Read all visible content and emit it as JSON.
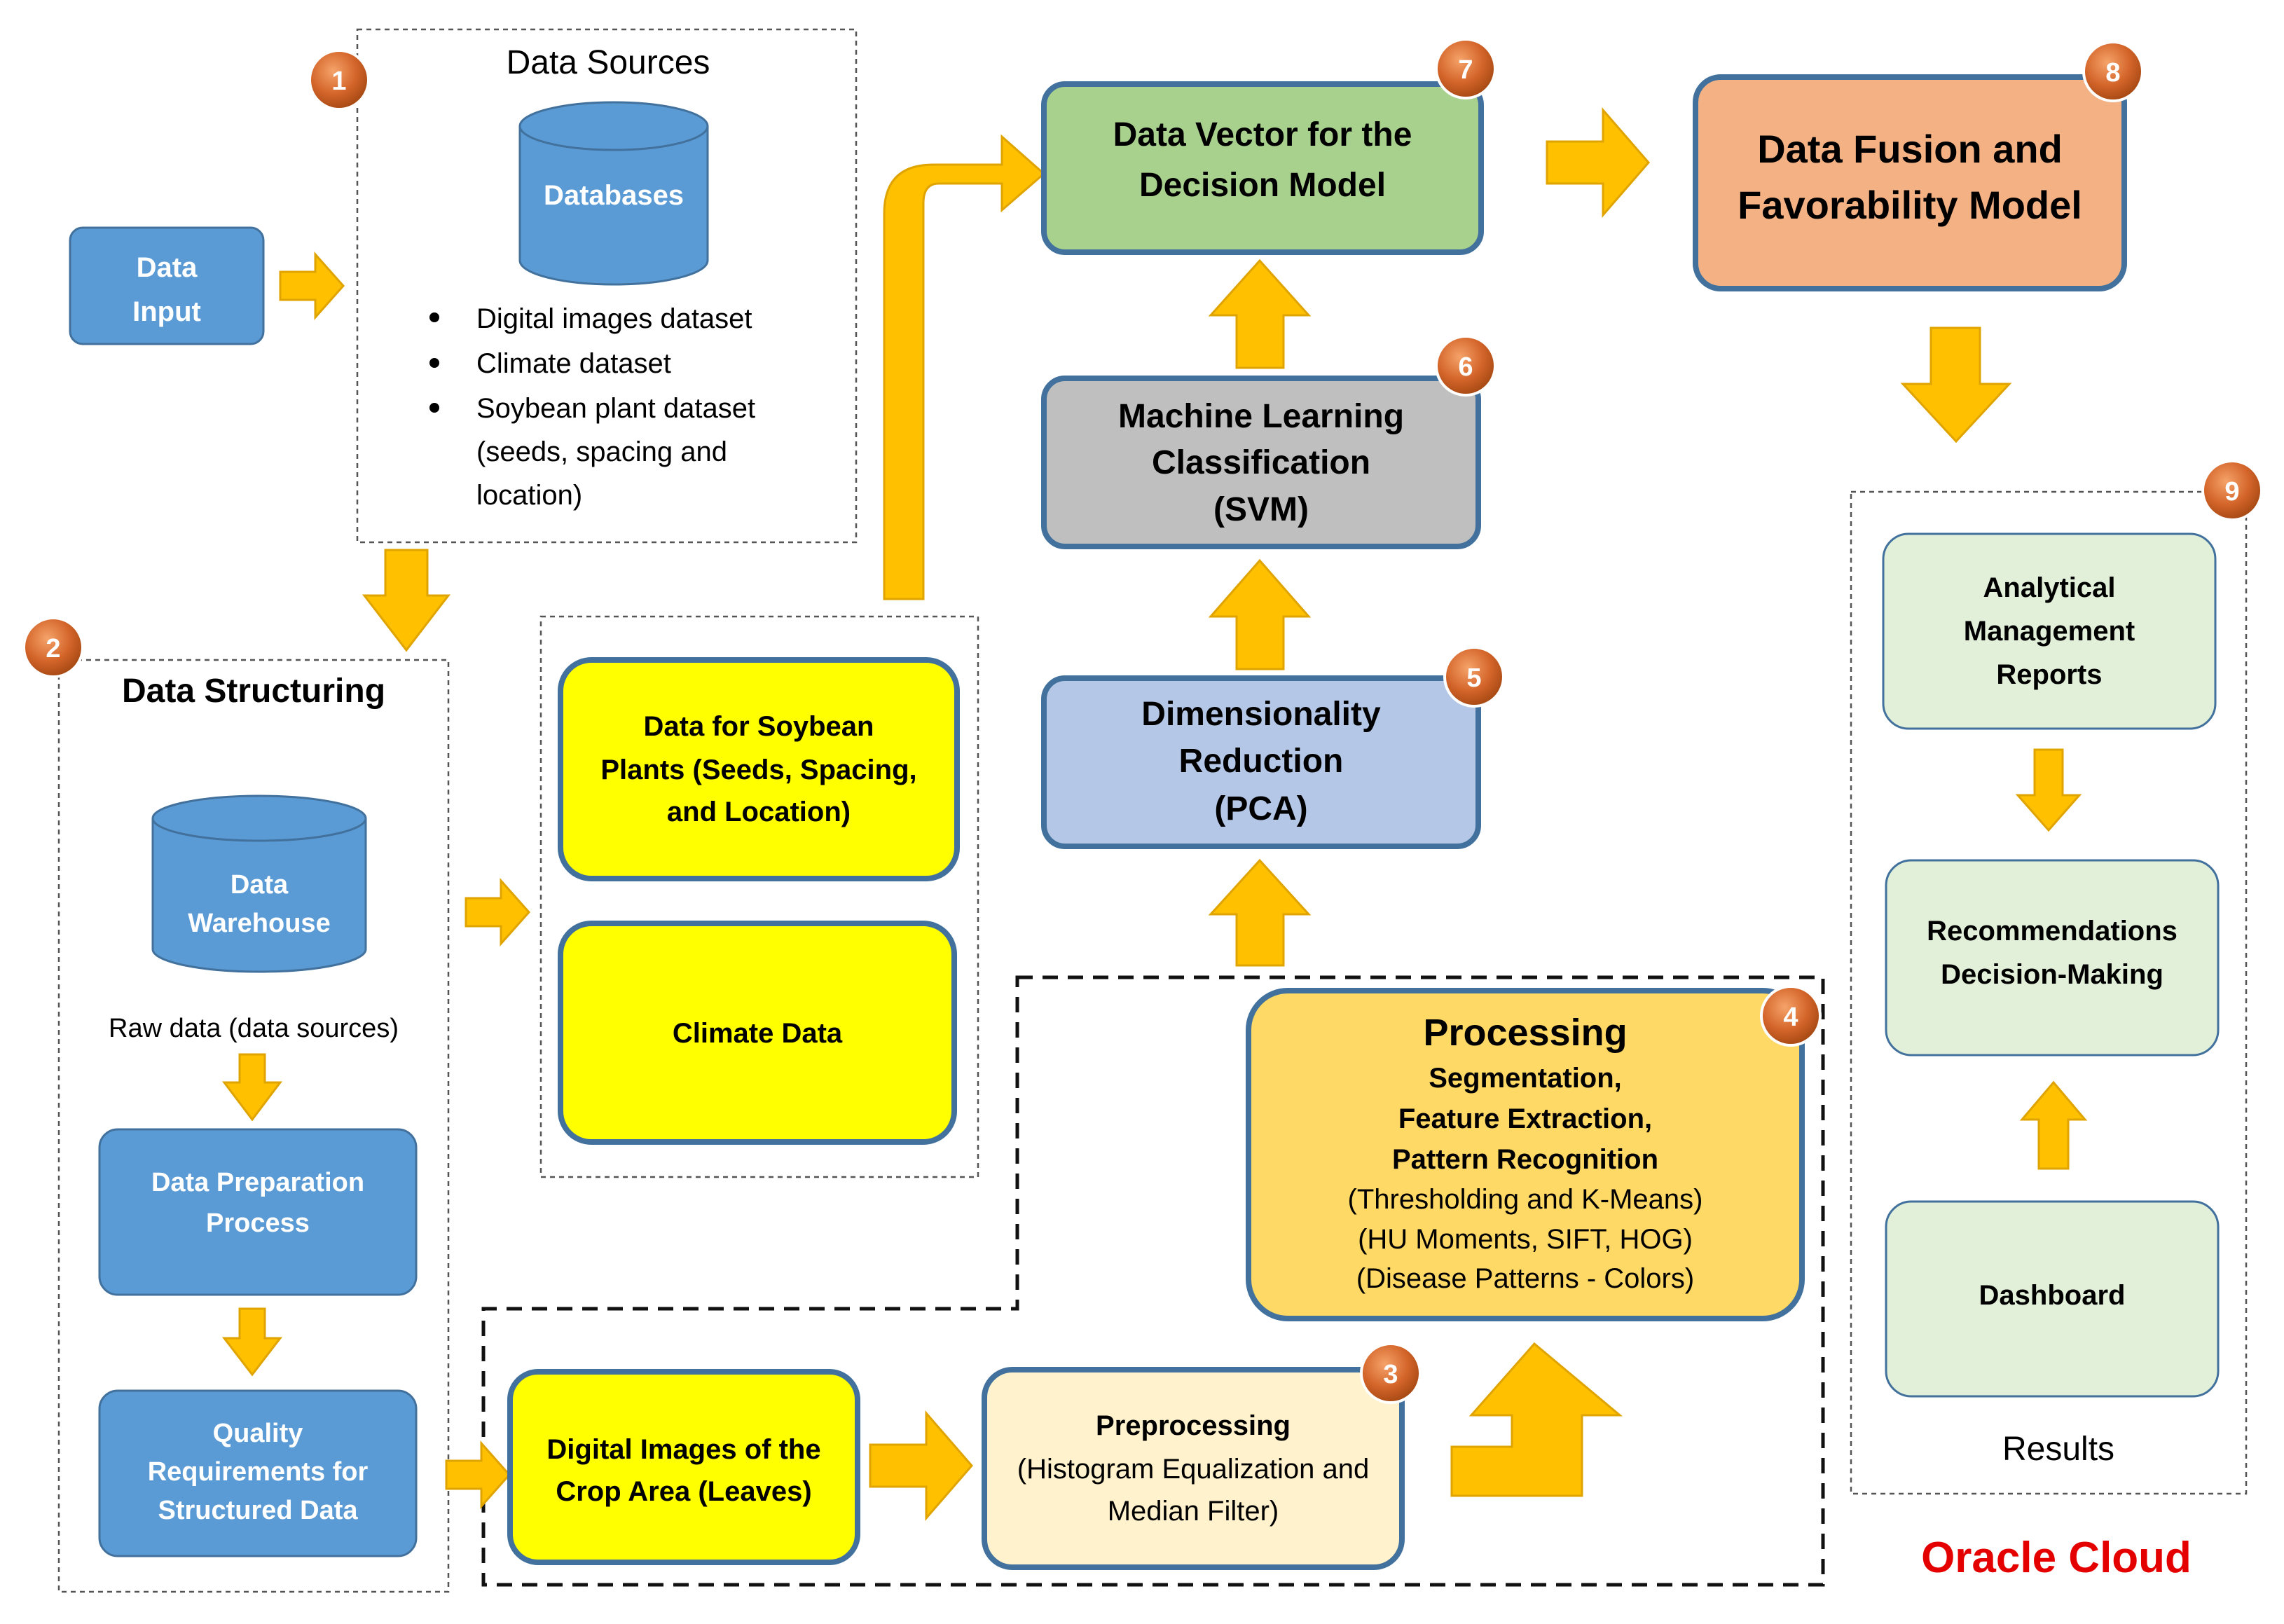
{
  "data_input": {
    "line1": "Data",
    "line2": "Input"
  },
  "data_sources": {
    "title": "Data Sources",
    "databases": "Databases",
    "bullets": [
      "Digital images dataset",
      "Climate dataset",
      "Soybean plant dataset"
    ],
    "bullet_cont": [
      "(seeds, spacing and",
      "location)"
    ]
  },
  "data_structuring": {
    "title": "Data Structuring",
    "warehouse": {
      "line1": "Data",
      "line2": "Warehouse"
    },
    "raw_data": "Raw data (data sources)",
    "prep": {
      "line1": "Data Preparation",
      "line2": "Process"
    },
    "quality": {
      "line1": "Quality",
      "line2": "Requirements for",
      "line3": "Structured Data"
    }
  },
  "soybean_data": {
    "line1": "Data for Soybean",
    "line2": "Plants (Seeds, Spacing,",
    "line3": "and Location)"
  },
  "climate_data": "Climate Data",
  "data_vector": {
    "line1": "Data Vector for the",
    "line2": "Decision Model"
  },
  "fusion": {
    "line1": "Data Fusion and",
    "line2": "Favorability Model"
  },
  "ml": {
    "line1": "Machine Learning",
    "line2": "Classification",
    "line3": "(SVM)"
  },
  "pca": {
    "line1": "Dimensionality",
    "line2": "Reduction",
    "line3": "(PCA)"
  },
  "processing": {
    "title": "Processing",
    "line1": "Segmentation,",
    "line2": "Feature Extraction,",
    "line3": "Pattern Recognition",
    "line4": "(Thresholding and K-Means)",
    "line5": "(HU Moments, SIFT, HOG)",
    "line6": "(Disease Patterns - Colors)"
  },
  "digital_images": {
    "line1": "Digital Images of the",
    "line2": "Crop Area (Leaves)"
  },
  "preprocessing": {
    "title": "Preprocessing",
    "line1": "(Histogram Equalization and",
    "line2": "Median Filter)"
  },
  "results": {
    "analytical": {
      "line1": "Analytical",
      "line2": "Management",
      "line3": "Reports"
    },
    "recommendations": {
      "line1": "Recommendations",
      "line2": "Decision-Making"
    },
    "dashboard": "Dashboard",
    "label": "Results"
  },
  "oracle": "Oracle Cloud",
  "badges": [
    "1",
    "2",
    "3",
    "4",
    "5",
    "6",
    "7",
    "8",
    "9"
  ],
  "colors": {
    "blue_box": "#5b9bd5",
    "yellow_box": "#ffff00",
    "green_box": "#a9d18e",
    "orange_box": "#f4b183",
    "gray_box": "#bfbfbf",
    "lightblue_box": "#b4c7e7",
    "processing_box": "#ffd966",
    "preprocessing_box": "#fff2cc",
    "results_box": "#e2f0d9",
    "arrow": "#ffc000",
    "badge": "#c55a11",
    "oracle": "#e50000"
  }
}
